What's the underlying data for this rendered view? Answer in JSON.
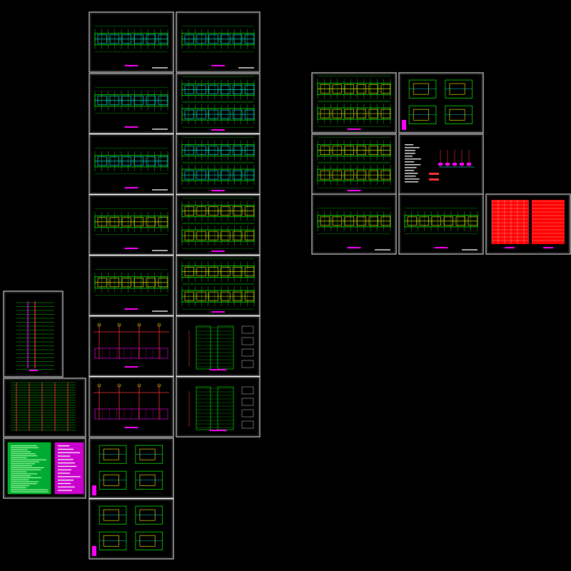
{
  "colors": {
    "background": "#000000",
    "frame": "#ffffff",
    "wall": "#00ff00",
    "pipe": "#00ffff",
    "warm": "#ffff00",
    "accent": "#ff00ff",
    "line": "#ff3333",
    "table": "#ff0000"
  },
  "sheet_types": [
    "riser",
    "plan",
    "plan-double",
    "system",
    "legend",
    "unit-plan",
    "detail",
    "notes",
    "table"
  ]
}
